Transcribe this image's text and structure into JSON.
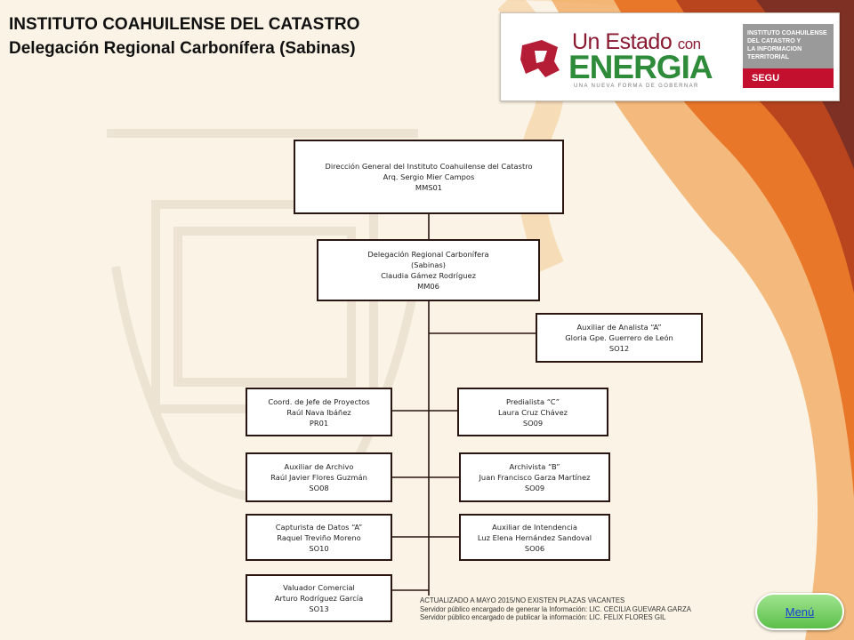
{
  "header": {
    "title_line1": "INSTITUTO COAHUILENSE DEL CATASTRO",
    "title_line2": "Delegación Regional Carbonífera (Sabinas)"
  },
  "logo": {
    "slogan_part1": "Un Estado",
    "slogan_part2": "con",
    "slogan_big": "ENERGIA",
    "tagline": "UNA NUEVA FORMA DE GOBERNAR",
    "institute_lines": [
      "INSTITUTO COAHUILENSE",
      "DEL CATASTRO Y",
      "LA INFORMACION TERRITORIAL"
    ],
    "badge": "SEGU"
  },
  "org": {
    "director": [
      "Dirección General del Instituto Coahuilense del Catastro",
      "Arq. Sergio Mier Campos",
      "MMS01"
    ],
    "delegation": [
      "Delegación Regional Carbonífera",
      "(Sabinas)",
      "Claudia Gámez Rodríguez",
      "MM06"
    ],
    "analyst": [
      "Auxiliar de Analista “A”",
      "Gloria Gpe. Guerrero de León",
      "SO12"
    ],
    "coord": [
      "Coord. de Jefe de Proyectos",
      "Raúl Nava Ibáñez",
      "PR01"
    ],
    "predialista": [
      "Predialista “C”",
      "Laura Cruz Chávez",
      "SO09"
    ],
    "aux_archivo": [
      "Auxiliar de Archivo",
      "Raúl Javier Flores Guzmán",
      "SO08"
    ],
    "archivista": [
      "Archivista “B”",
      "Juan Francisco Garza Martínez",
      "SO09"
    ],
    "capturista": [
      "Capturista de Datos “A”",
      "Raquel Treviño Moreno",
      "SO10"
    ],
    "intendencia": [
      "Auxiliar de Intendencia",
      "Luz Elena Hernández Sandoval",
      "SO06"
    ],
    "valuador": [
      "Valuador Comercial",
      "Arturo Rodríguez García",
      "SO13"
    ]
  },
  "footer": {
    "line1": "ACTUALIZADO A MAYO 2015/NO EXISTEN PLAZAS VACANTES",
    "line2": "Servidor público encargado de generar la Información: LIC. CECILIA GUEVARA GARZA",
    "line3": "Servidor público encargado de publicar la información: LIC. FELIX FLORES GIL"
  },
  "menu": {
    "label": "Menú"
  },
  "colors": {
    "accent_orange": "#e9772a",
    "accent_maroon": "#8b2d22",
    "energia_green": "#2e8b3a",
    "segu_red": "#c3102f",
    "menu_green": "#6cc85a"
  }
}
